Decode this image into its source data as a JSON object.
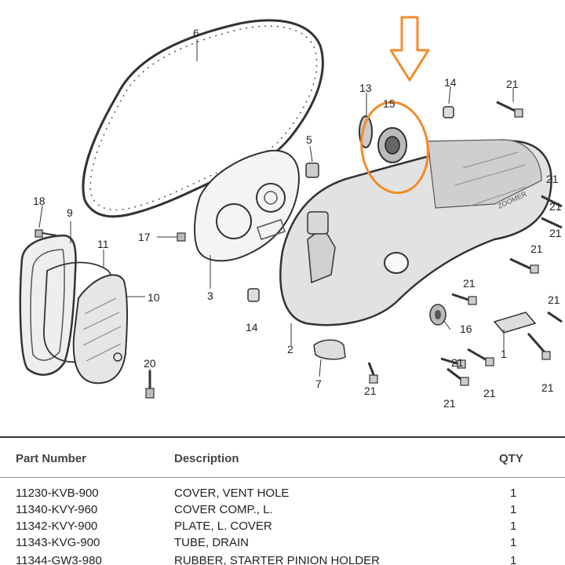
{
  "diagram": {
    "callouts": {
      "c2": "2",
      "c3": "3",
      "c5": "5",
      "c6": "6",
      "c7": "7",
      "c9": "9",
      "c10": "10",
      "c11": "11",
      "c13": "13",
      "c14a": "14",
      "c14b": "14",
      "c15": "15",
      "c16": "16",
      "c17": "17",
      "c18": "18",
      "c20": "20",
      "c21a": "21",
      "c21b": "21",
      "c21c": "21",
      "c21d": "21",
      "c21e": "21",
      "c21f": "21",
      "c21g": "21",
      "c21h": "21",
      "c21i": "21",
      "c21j": "21",
      "c21k": "21",
      "c21l": "21"
    },
    "highlight_color": "#f28c28"
  },
  "parts_table": {
    "headers": {
      "part_number": "Part Number",
      "description": "Description",
      "qty": "QTY"
    },
    "rows": [
      {
        "part_number": "11230-KVB-900",
        "description": "COVER, VENT HOLE",
        "qty": "1"
      },
      {
        "part_number": "11340-KVY-960",
        "description": "COVER COMP., L.",
        "qty": "1"
      },
      {
        "part_number": "11342-KVY-900",
        "description": "PLATE, L. COVER",
        "qty": "1"
      },
      {
        "part_number": "11343-KVG-900",
        "description": "TUBE, DRAIN",
        "qty": "1"
      },
      {
        "part_number": "11344-GW3-980",
        "description": "RUBBER, STARTER PINION HOLDER",
        "qty": "1"
      }
    ]
  }
}
